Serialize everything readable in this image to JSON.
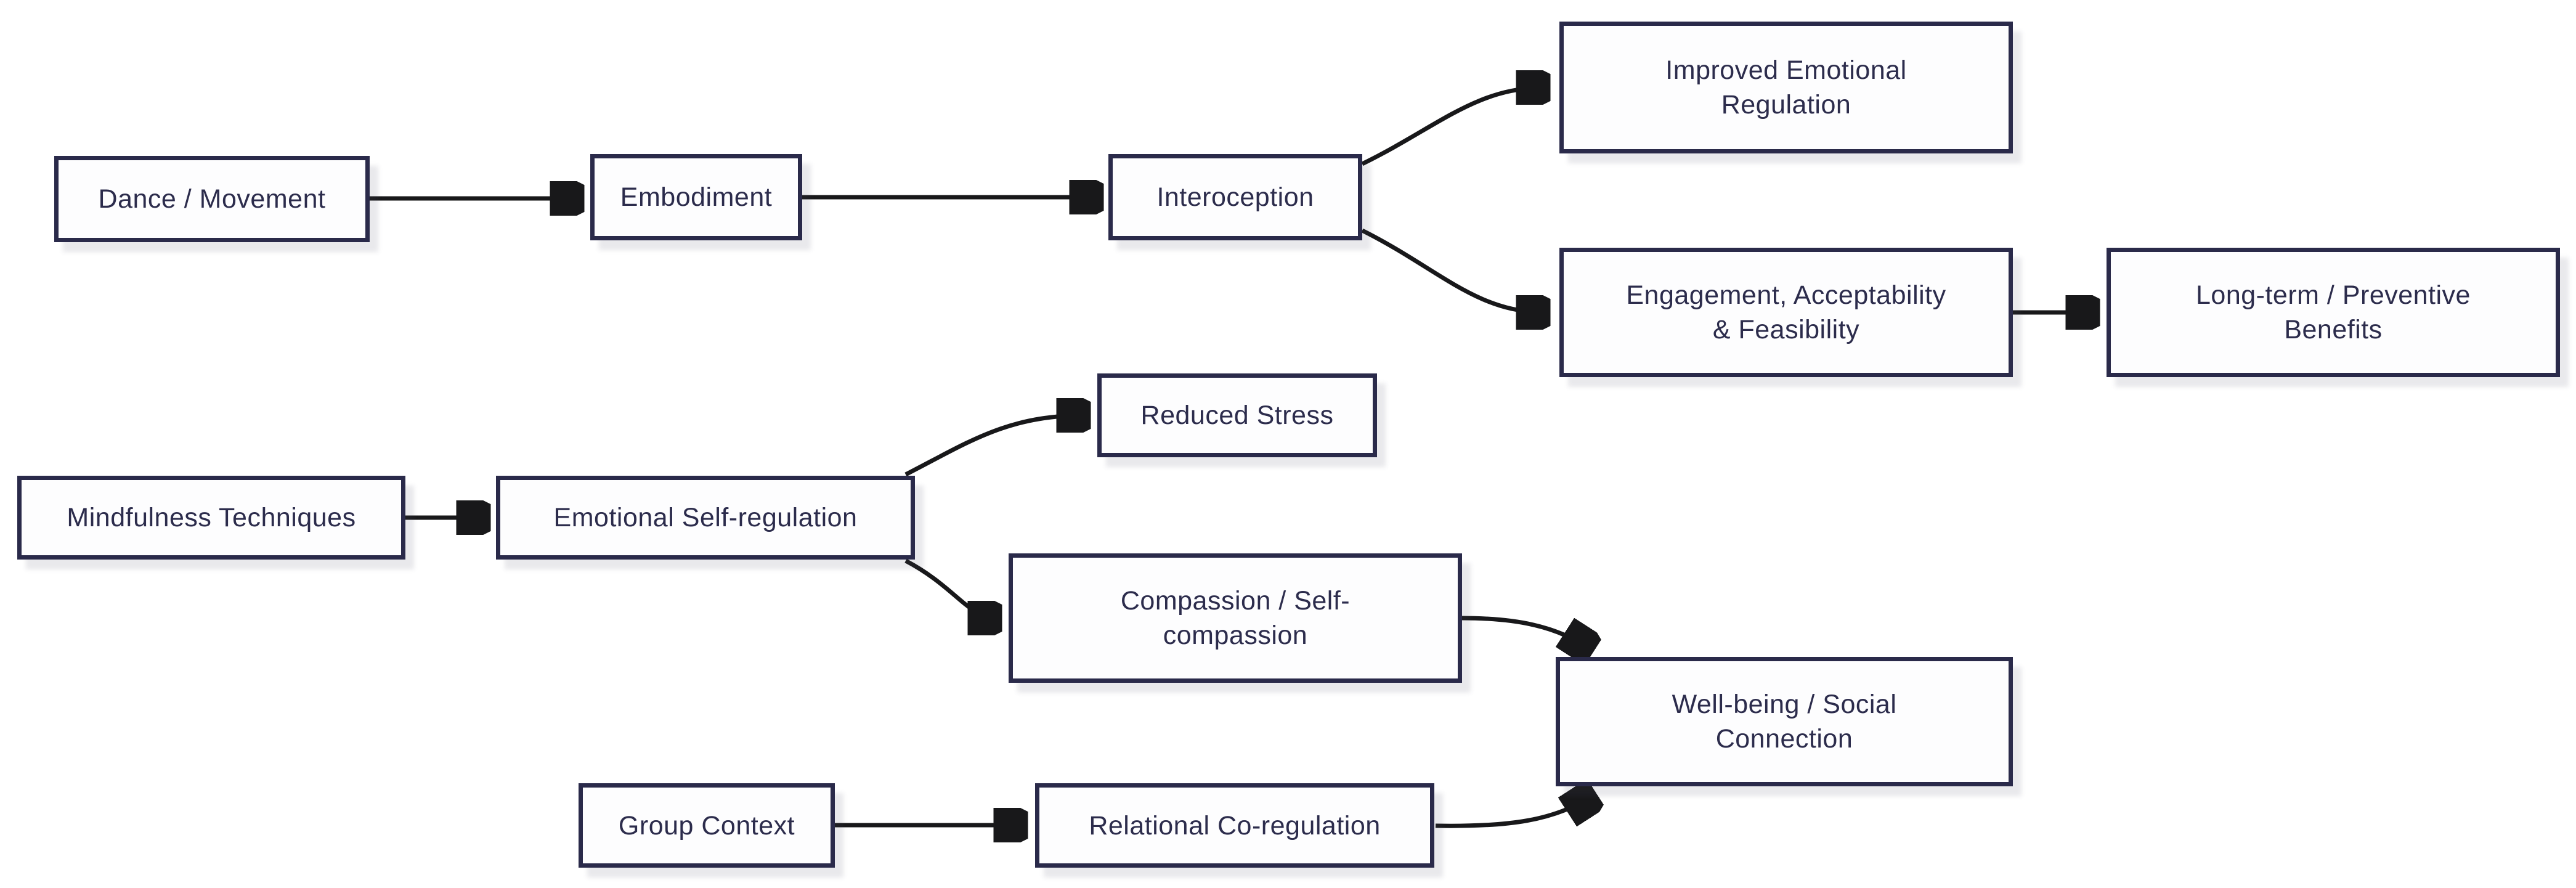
{
  "diagram": {
    "type": "flowchart",
    "direction": "left-to-right",
    "background": "#ffffff",
    "colors": {
      "node_fill": "#fdfdfe",
      "node_border": "#2a2a4a",
      "node_text": "#2c2c4c",
      "arrow": "#18181a",
      "shadow": "#ececf0"
    },
    "nodes": {
      "dance": {
        "label": "Dance / Movement"
      },
      "embodiment": {
        "label": "Embodiment"
      },
      "interoception": {
        "label": "Interoception"
      },
      "improved": {
        "label": "Improved Emotional Regulation"
      },
      "engagement": {
        "label": "Engagement, Acceptability & Feasibility"
      },
      "longterm": {
        "label": "Long-term / Preventive Benefits"
      },
      "mindfulness": {
        "label": "Mindfulness Techniques"
      },
      "esr": {
        "label": "Emotional Self-regulation"
      },
      "reduced": {
        "label": "Reduced Stress"
      },
      "compassion": {
        "label": "Compassion / Self-compassion"
      },
      "wellbeing": {
        "label": "Well-being / Social Connection"
      },
      "group": {
        "label": "Group Context"
      },
      "relational": {
        "label": "Relational Co-regulation"
      }
    },
    "edges": [
      {
        "from": "dance",
        "to": "embodiment"
      },
      {
        "from": "embodiment",
        "to": "interoception"
      },
      {
        "from": "interoception",
        "to": "improved"
      },
      {
        "from": "interoception",
        "to": "engagement"
      },
      {
        "from": "engagement",
        "to": "longterm"
      },
      {
        "from": "mindfulness",
        "to": "esr"
      },
      {
        "from": "esr",
        "to": "reduced"
      },
      {
        "from": "esr",
        "to": "compassion"
      },
      {
        "from": "compassion",
        "to": "wellbeing"
      },
      {
        "from": "group",
        "to": "relational"
      },
      {
        "from": "relational",
        "to": "wellbeing"
      }
    ]
  }
}
